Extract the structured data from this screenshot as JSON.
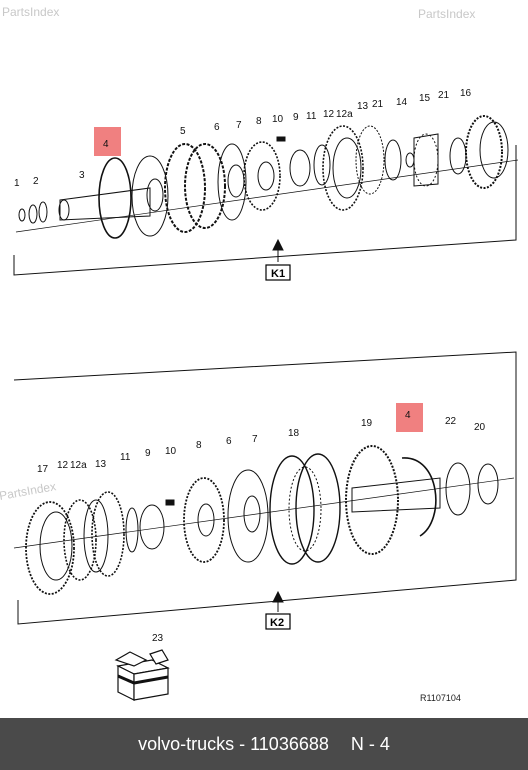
{
  "watermarks": [
    "PartsIndex",
    "PartsIndex",
    "PartsIndex"
  ],
  "group_k1": {
    "label": "K1",
    "labels": [
      "1",
      "2",
      "3",
      "4",
      "5",
      "6",
      "7",
      "8",
      "10",
      "9",
      "11",
      "12",
      "12a",
      "13",
      "21",
      "14",
      "15",
      "21",
      "16"
    ]
  },
  "group_k2": {
    "label": "K2",
    "labels": [
      "17",
      "12",
      "12a",
      "13",
      "11",
      "9",
      "10",
      "8",
      "6",
      "7",
      "18",
      "19",
      "4",
      "22",
      "20"
    ]
  },
  "kit": {
    "label": "23"
  },
  "drawing_ref": "R1107104",
  "footer": {
    "brand": "volvo-trucks",
    "part_number": "11036688",
    "position": "N - 4"
  },
  "colors": {
    "highlight": "#f08080",
    "footer_bg": "#4a4a4a",
    "footer_text": "#ffffff"
  }
}
